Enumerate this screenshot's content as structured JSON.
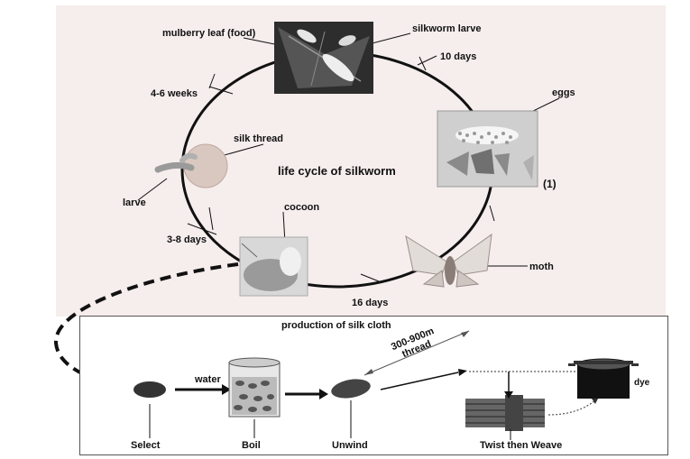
{
  "diagram": {
    "title": "life cycle of silkworm",
    "labels": {
      "mulberry_leaf": "mulberry leaf  (food)",
      "silkworm_larve": "silkworm larve",
      "ten_days": "10 days",
      "eggs": "eggs",
      "marker_1": "(1)",
      "four_six_weeks": "4-6 weeks",
      "silk_thread": "silk thread",
      "larve": "larve",
      "cocoon": "cocoon",
      "three_eight_days": "3-8 days",
      "moth": "moth",
      "sixteen_days": "16 days"
    },
    "production": {
      "title": "production of silk cloth",
      "water": "water",
      "thread_length_line1": "300-900m",
      "thread_length_line2": "thread",
      "dye": "dye",
      "steps": [
        "Select",
        "Boil",
        "Unwind",
        "Twist then Weave"
      ]
    }
  },
  "colors": {
    "background_top": "#f7eeee",
    "cycle_line": "#111111",
    "text": "#111111"
  }
}
